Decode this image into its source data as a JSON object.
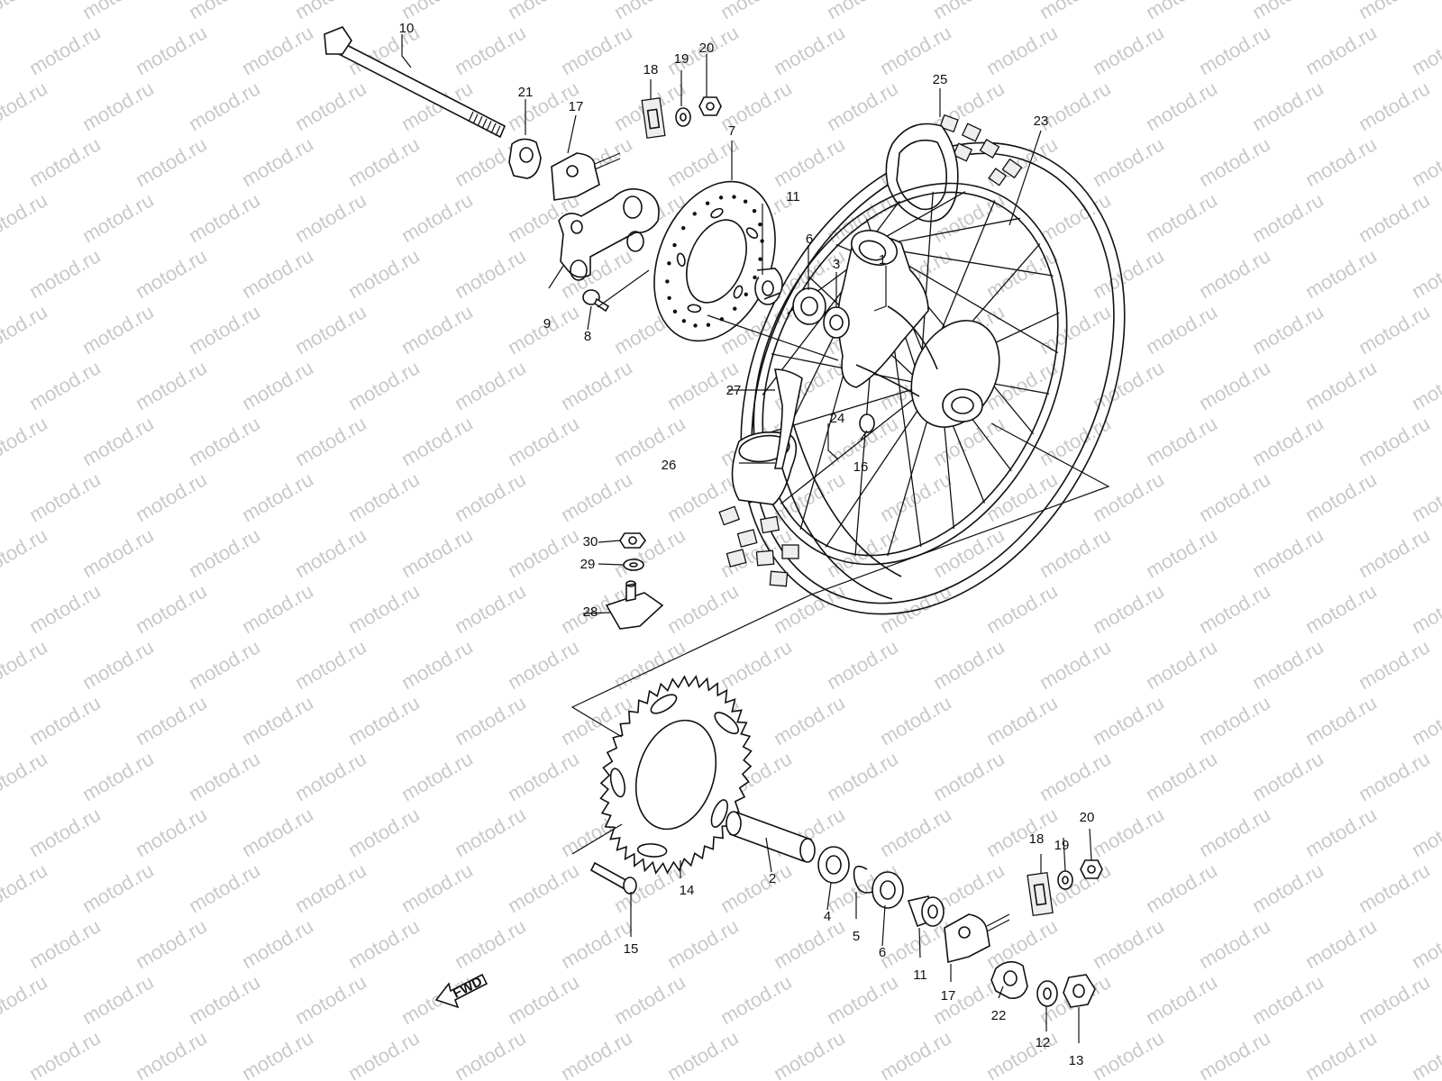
{
  "watermark": {
    "text": "motod.ru"
  },
  "direction_badge": {
    "text": "FWD"
  },
  "callouts": [
    {
      "id": "1",
      "part": "hub"
    },
    {
      "id": "2",
      "part": "spacer-tube"
    },
    {
      "id": "3",
      "part": "bearing-spacer"
    },
    {
      "id": "4",
      "part": "bearing"
    },
    {
      "id": "5",
      "part": "circlip"
    },
    {
      "id": "6",
      "part": "bearing"
    },
    {
      "id": "6",
      "part": "bearing"
    },
    {
      "id": "7",
      "part": "brake-disc"
    },
    {
      "id": "8",
      "part": "bolt"
    },
    {
      "id": "9",
      "part": "caliper-bracket"
    },
    {
      "id": "10",
      "part": "axle"
    },
    {
      "id": "11",
      "part": "collar"
    },
    {
      "id": "11",
      "part": "collar"
    },
    {
      "id": "12",
      "part": "washer"
    },
    {
      "id": "13",
      "part": "axle-nut"
    },
    {
      "id": "14",
      "part": "sprocket"
    },
    {
      "id": "15",
      "part": "sprocket-bolt"
    },
    {
      "id": "16",
      "part": "spoke-nipple"
    },
    {
      "id": "17",
      "part": "chain-adjuster"
    },
    {
      "id": "17",
      "part": "chain-adjuster"
    },
    {
      "id": "18",
      "part": "adjuster-plate"
    },
    {
      "id": "18",
      "part": "adjuster-plate"
    },
    {
      "id": "19",
      "part": "washer"
    },
    {
      "id": "19",
      "part": "washer"
    },
    {
      "id": "20",
      "part": "nut"
    },
    {
      "id": "20",
      "part": "nut"
    },
    {
      "id": "21",
      "part": "plate"
    },
    {
      "id": "22",
      "part": "plate"
    },
    {
      "id": "23",
      "part": "rim"
    },
    {
      "id": "24",
      "part": "spoke"
    },
    {
      "id": "25",
      "part": "tire"
    },
    {
      "id": "26",
      "part": "tube"
    },
    {
      "id": "27",
      "part": "rim-band"
    },
    {
      "id": "28",
      "part": "rim-lock"
    },
    {
      "id": "29",
      "part": "washer"
    },
    {
      "id": "30",
      "part": "nut"
    }
  ]
}
